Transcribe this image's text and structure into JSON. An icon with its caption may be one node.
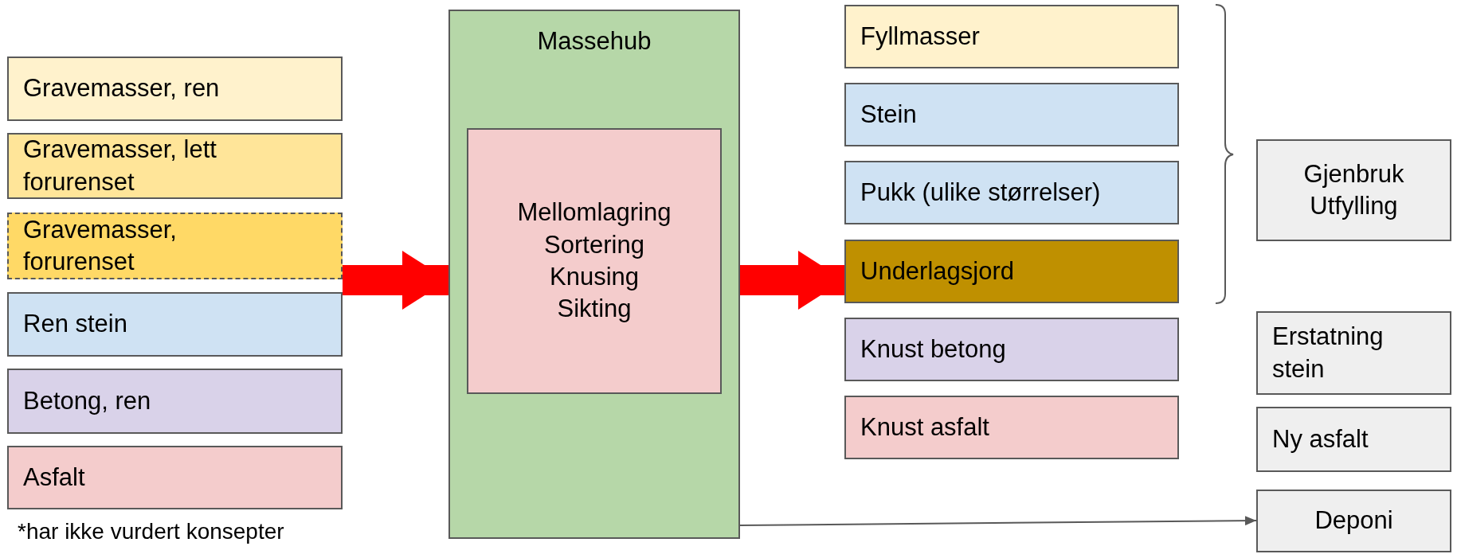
{
  "diagram": {
    "nodes": [
      {
        "text": [
          "Gravemasser, ren"
        ]
      },
      {
        "text": [
          "Gravemasser, lett forurenset"
        ]
      },
      {
        "text": [
          "Gravemasser, forurenset"
        ]
      },
      {
        "text": [
          "Ren stein"
        ]
      },
      {
        "text": [
          "Betong, ren"
        ]
      },
      {
        "text": [
          "Asfalt"
        ]
      },
      {
        "text": [
          "Massehub"
        ]
      },
      {
        "text": [
          "Mellomlagring",
          "Sortering",
          "Knusing",
          "Sikting"
        ],
        "in": 6
      },
      {
        "text": [
          "Fyllmasser"
        ]
      },
      {
        "text": [
          "Stein"
        ]
      },
      {
        "text": [
          "Pukk (ulike størrelser)"
        ]
      },
      {
        "text": [
          "Underlagsjord"
        ]
      },
      {
        "text": [
          "Knust betong"
        ]
      },
      {
        "text": [
          "Knust asfalt"
        ]
      },
      {
        "text": [
          "Gjenbruk",
          "Utfylling"
        ]
      },
      {
        "text": [
          "Erstatning stein"
        ]
      },
      {
        "text": [
          "Ny asfalt"
        ]
      },
      {
        "text": [
          "Deponi"
        ]
      }
    ],
    "edges": [
      {
        "from": 2,
        "to": 6,
        "arrow": "to",
        "color": "#ff0000"
      },
      {
        "from": 6,
        "to": 11,
        "arrow": "to",
        "color": "#ff0000"
      },
      {
        "from": 6,
        "to": 17,
        "arrow": "to",
        "color": "#595959"
      }
    ],
    "labels": [
      "*har ikke vurdert konsepter"
    ]
  }
}
